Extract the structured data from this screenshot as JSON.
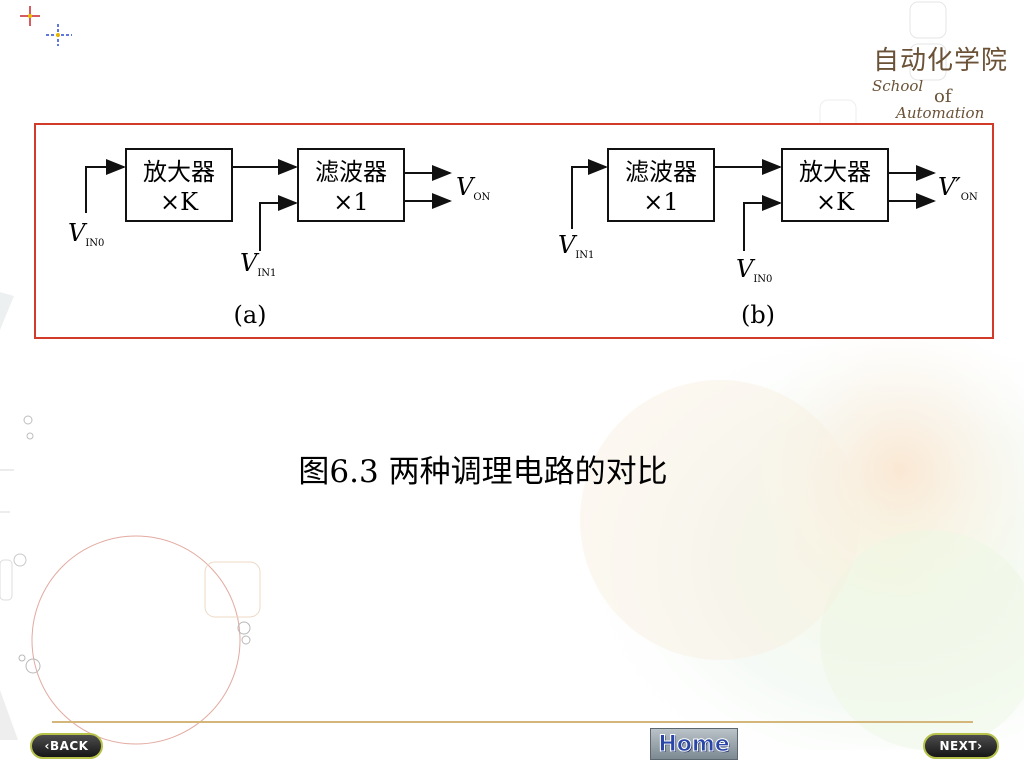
{
  "logo": {
    "cn": "自动化学院",
    "en_line1": "School",
    "en_line2": "of",
    "en_line3": "Automation"
  },
  "figure": {
    "a": {
      "block1_line1": "放大器",
      "block1_line2": "×K",
      "block2_line1": "滤波器",
      "block2_line2": "×1",
      "in_top": "V",
      "in_top_sub": "IN0",
      "in_bottom": "V",
      "in_bottom_sub": "IN1",
      "out": "V",
      "out_sub": "ON",
      "label": "(a)"
    },
    "b": {
      "block1_line1": "滤波器",
      "block1_line2": "×1",
      "block2_line1": "放大器",
      "block2_line2": "×K",
      "in_top": "V",
      "in_top_sub": "IN1",
      "in_bottom": "V",
      "in_bottom_sub": "IN0",
      "out": "V′",
      "out_sub": "ON",
      "label": "(b)"
    }
  },
  "caption": "图6.3  两种调理电路的对比",
  "nav": {
    "back": "‹BACK",
    "home": "Home",
    "next": "NEXT›"
  },
  "colors": {
    "frame": "#d23a2a",
    "accent_line": "#d4b57a",
    "logo": "#6b5236",
    "button_border": "#b7c24a"
  }
}
